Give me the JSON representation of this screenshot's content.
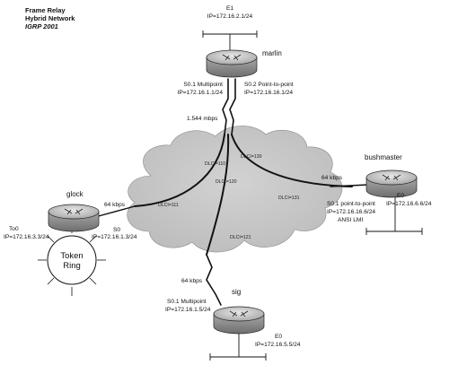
{
  "title": {
    "line1": "Frame Relay",
    "line2": "Hybrid Network",
    "line3": "IGRP 2001"
  },
  "routers": {
    "marlin": {
      "name": "marlin",
      "e1_name": "E1",
      "e1_ip": "IP=172.16.2.1/24",
      "s01_name": "S0.1 Multipoint",
      "s01_ip": "IP=172.16.1.1/24",
      "s02_name": "S0.2 Point-to-point",
      "s02_ip": "IP=172.16.16.1/24"
    },
    "glock": {
      "name": "glock",
      "to0_name": "To0",
      "to0_ip": "IP=172.16.3.3/24",
      "s0_name": "S0",
      "s0_ip": "IP=172.16.1.3/24"
    },
    "bushmaster": {
      "name": "bushmaster",
      "e0_name": "E0",
      "e0_ip": "IP=172.16.6.6/24",
      "s01_name": "S0.1 point-to-point",
      "s01_ip": "IP=172.16.16.6/24",
      "s01_lmi": "ANSI LMI"
    },
    "sig": {
      "name": "sig",
      "s01_name": "S0.1 Multipoint",
      "s01_ip": "IP=172.16.1.5/24",
      "e0_name": "E0",
      "e0_ip": "IP=172.16.5.5/24"
    }
  },
  "links": {
    "marlin_speed": "1.544 mbps",
    "glock_speed": "64 kbps",
    "bushmaster_speed": "64 kbps",
    "sig_speed": "64 kbps"
  },
  "dlci": {
    "d110": "DLCI=110",
    "d130": "DLCI=130",
    "d120": "DLCI=120",
    "d111": "DLCI=111",
    "d131": "DLCI=131",
    "d121": "DLCI=121"
  },
  "token_ring": {
    "line1": "Token",
    "line2": "Ring"
  },
  "colors": {
    "cloud_fill": "#c9c9c9",
    "router_body": "#9a9a9a",
    "router_top": "#d4d4d4",
    "line": "#111111"
  }
}
